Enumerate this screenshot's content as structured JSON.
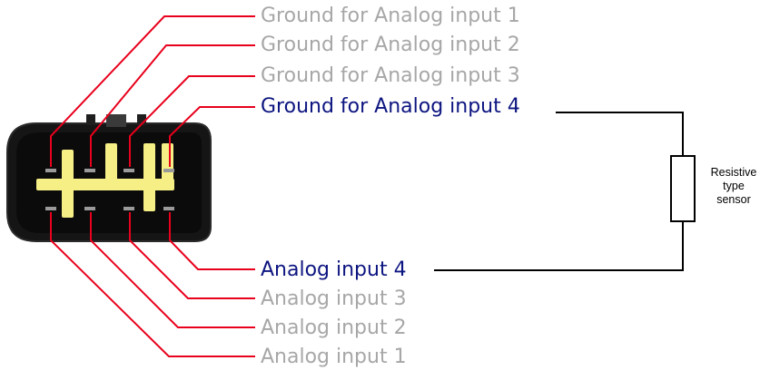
{
  "colors": {
    "wire": "#e8001c",
    "active_label": "#0d1580",
    "inactive_label": "#a7a7a7",
    "circuit": "#000000",
    "connector_body": "#141414",
    "connector_yellow": "#f6ef86"
  },
  "ground_labels": [
    {
      "text": "Ground for Analog input 1",
      "state": "inactive"
    },
    {
      "text": "Ground for Analog input 2",
      "state": "inactive"
    },
    {
      "text": "Ground for Analog input 3",
      "state": "inactive"
    },
    {
      "text": "Ground for Analog input 4",
      "state": "active"
    }
  ],
  "input_labels": [
    {
      "text": "Analog input 4",
      "state": "active"
    },
    {
      "text": "Analog input 3",
      "state": "inactive"
    },
    {
      "text": "Analog input 2",
      "state": "inactive"
    },
    {
      "text": "Analog input 1",
      "state": "inactive"
    }
  ],
  "sensor": {
    "lines": [
      "Resistive",
      "type",
      "sensor"
    ]
  }
}
